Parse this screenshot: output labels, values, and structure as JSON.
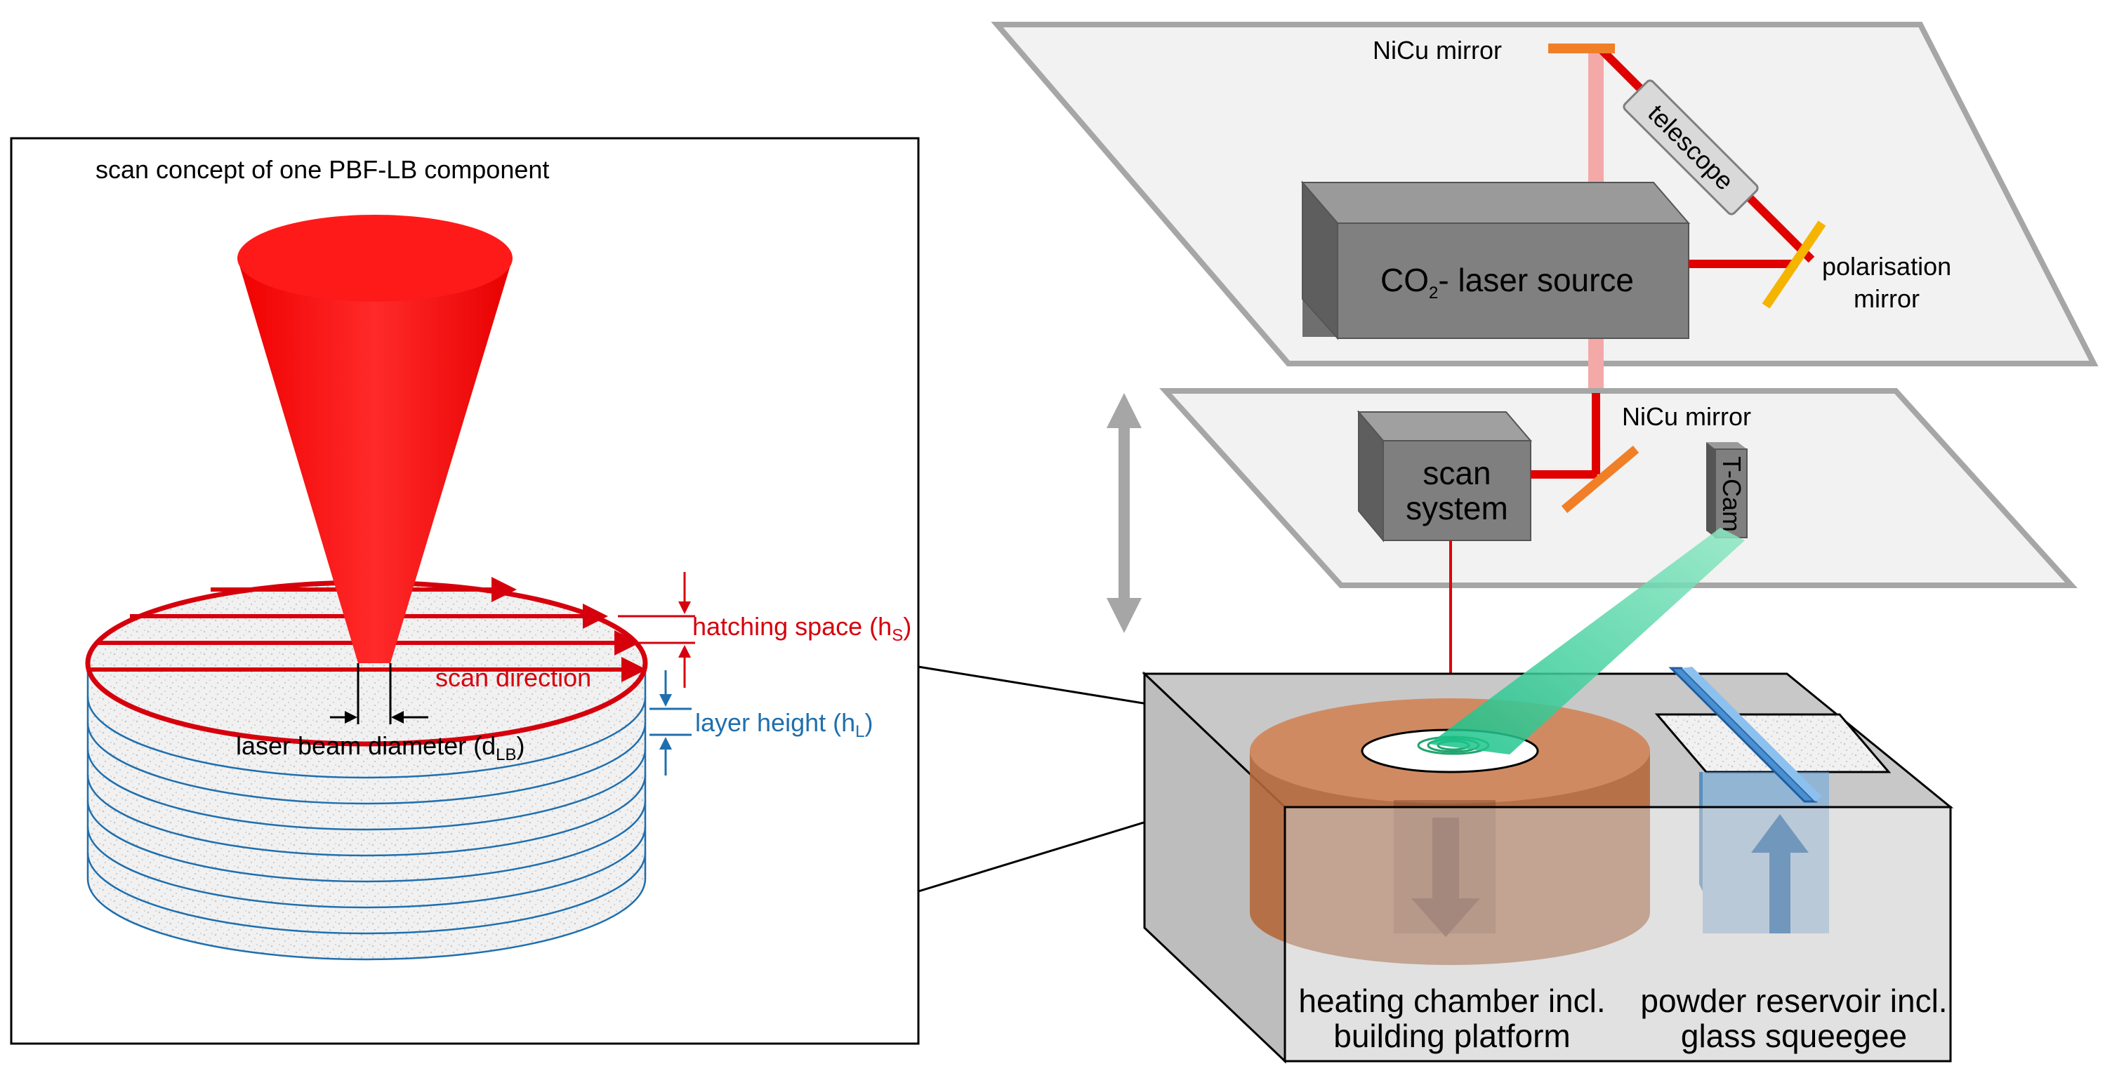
{
  "inset": {
    "title": "scan concept of one PBF-LB component",
    "hatching_space": {
      "text": "hatching space (h",
      "sub": "S",
      "close": ")"
    },
    "scan_direction": "scan direction",
    "layer_height": {
      "text": "layer height (h",
      "sub": "L",
      "close": ")"
    },
    "beam_diameter": {
      "text": "laser beam diameter (d",
      "sub": "LB",
      "close": ")"
    }
  },
  "machine": {
    "nicu_mirror_top": "NiCu  mirror",
    "telescope": "telescope",
    "laser_source": {
      "prefix": "CO",
      "sub": "2",
      "suffix": "- laser source"
    },
    "polarisation_mirror_line1": "polarisation",
    "polarisation_mirror_line2": "mirror",
    "nicu_mirror_mid": "NiCu  mirror",
    "scan_system_line1": "scan",
    "scan_system_line2": "system",
    "tcam": "T-Cam",
    "heating_chamber_line1": "heating chamber incl.",
    "heating_chamber_line2": "building platform",
    "powder_reservoir_line1": "powder reservoir incl.",
    "powder_reservoir_line2": "glass squeegee"
  },
  "colors": {
    "laser_red": "#e00000",
    "scan_red": "#d6000d",
    "layer_blue": "#1f6fae",
    "plate_fill": "#f2f2f2",
    "plate_stroke": "#a6a6a6",
    "box_fill": "#7f7f7f",
    "chamber_brown": "#b5673b",
    "camera_green": "#21c98e",
    "reservoir_blue": "#6fa8dc",
    "mirror_orange": "#f07f28",
    "mirror_yellow": "#f5b400"
  }
}
